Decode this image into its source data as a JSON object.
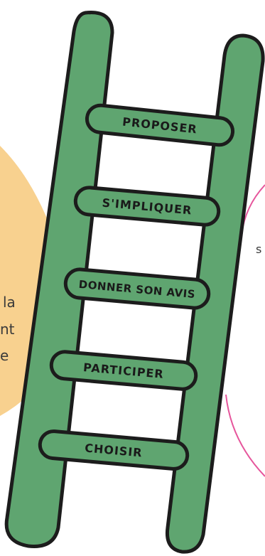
{
  "colors": {
    "ladder_green": "#5fa570",
    "outline": "#1c1c1c",
    "left_blob": "#f8d18f",
    "right_outline": "#e6569c",
    "text": "#1a1a1a"
  },
  "rungs": [
    {
      "label": "PROPOSER"
    },
    {
      "label": "S'IMPLIQUER"
    },
    {
      "label": "DONNER SON AVIS"
    },
    {
      "label": "PARTICIPER"
    },
    {
      "label": "CHOISIR"
    }
  ],
  "left_fragments": {
    "line1": "la",
    "line2": "nt",
    "line3": "e"
  },
  "right_fragments": {
    "line1": "s"
  }
}
